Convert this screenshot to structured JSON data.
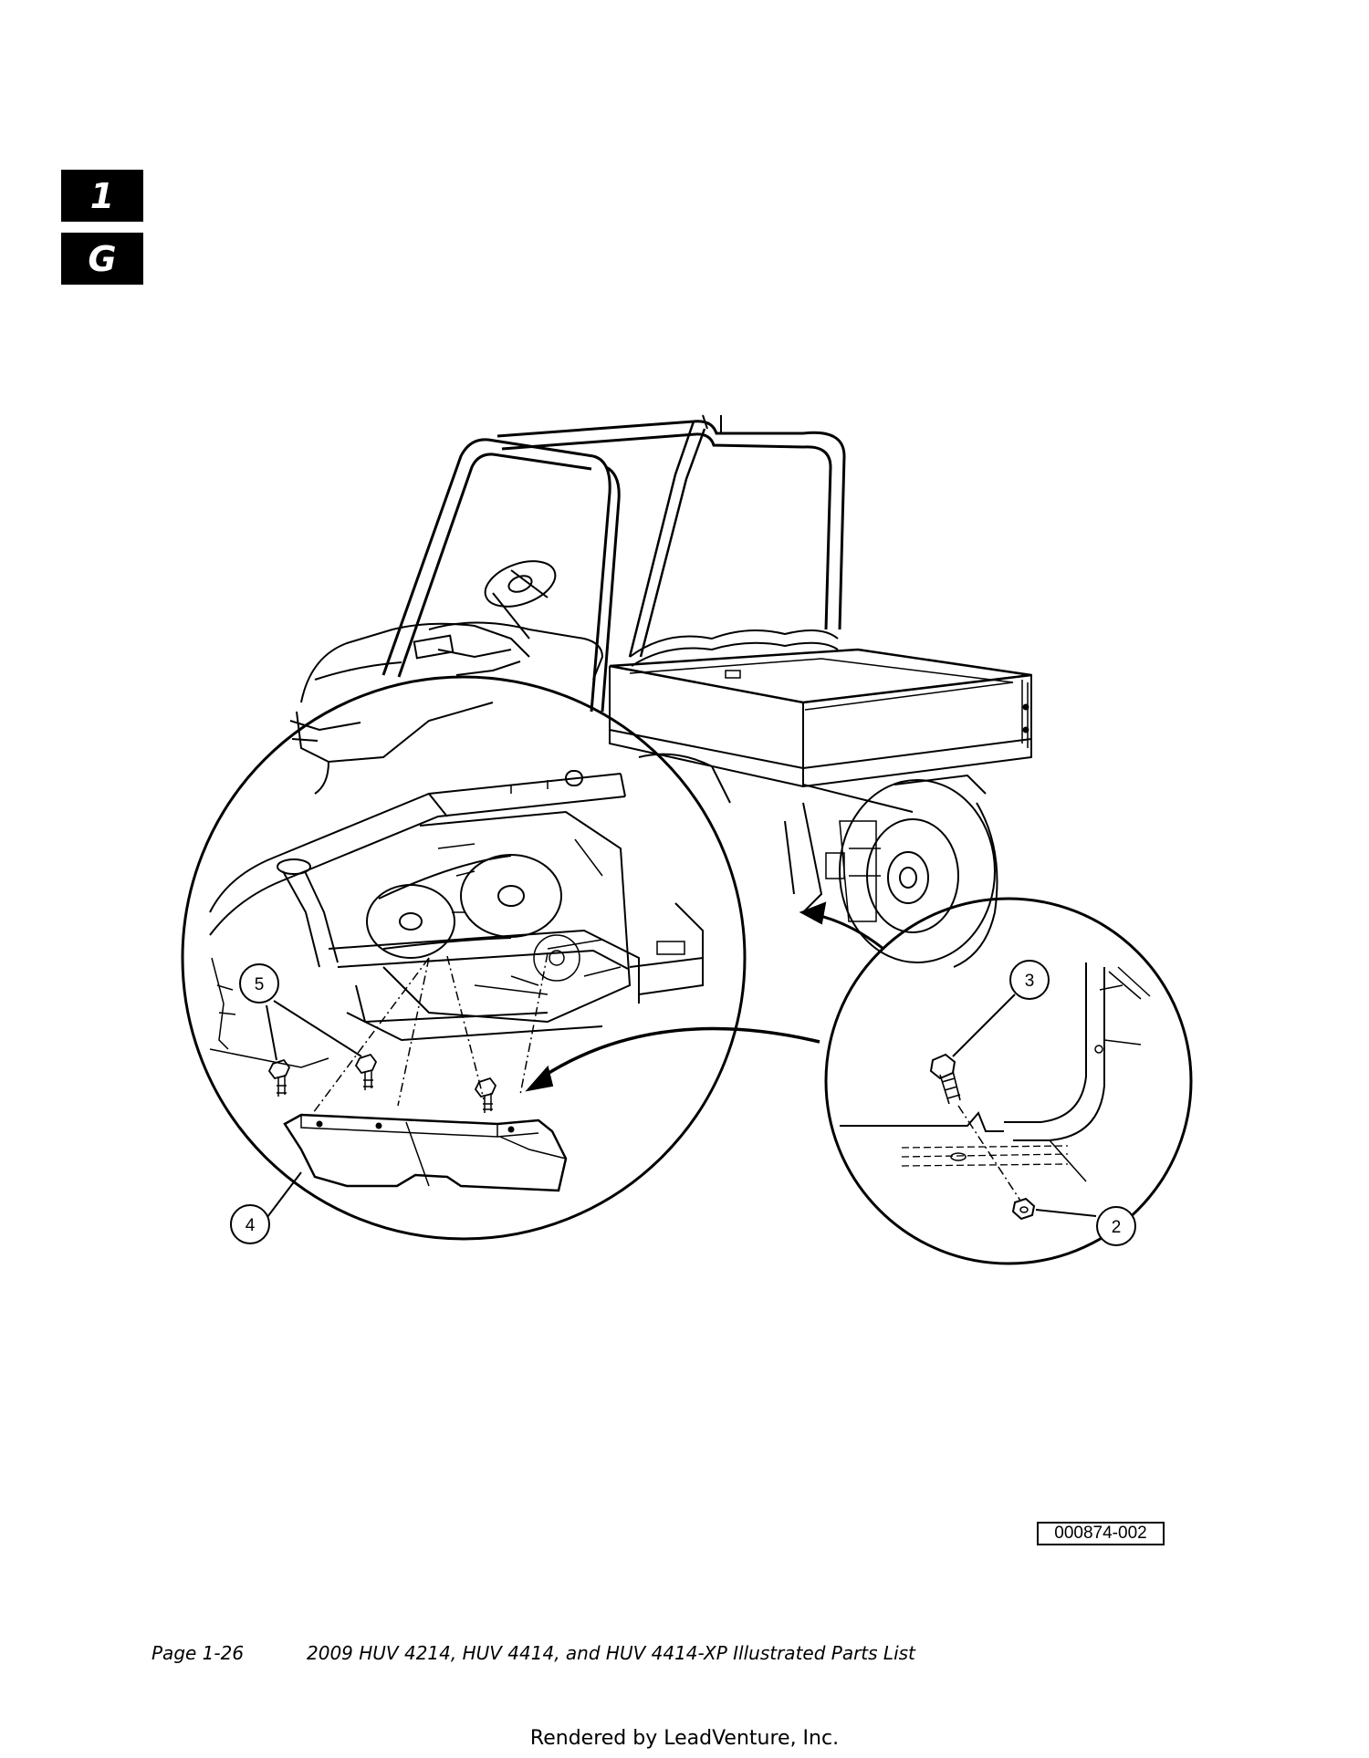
{
  "section_tabs": {
    "number": "1",
    "letter": "G"
  },
  "diagram": {
    "callouts": [
      "2",
      "3",
      "4",
      "5"
    ],
    "figure_number": "000874-002"
  },
  "footer": {
    "page": "Page 1-26",
    "title": "2009 HUV 4214, HUV 4414, and HUV 4414-XP Illustrated Parts List"
  },
  "render_note": "Rendered by LeadVenture, Inc."
}
